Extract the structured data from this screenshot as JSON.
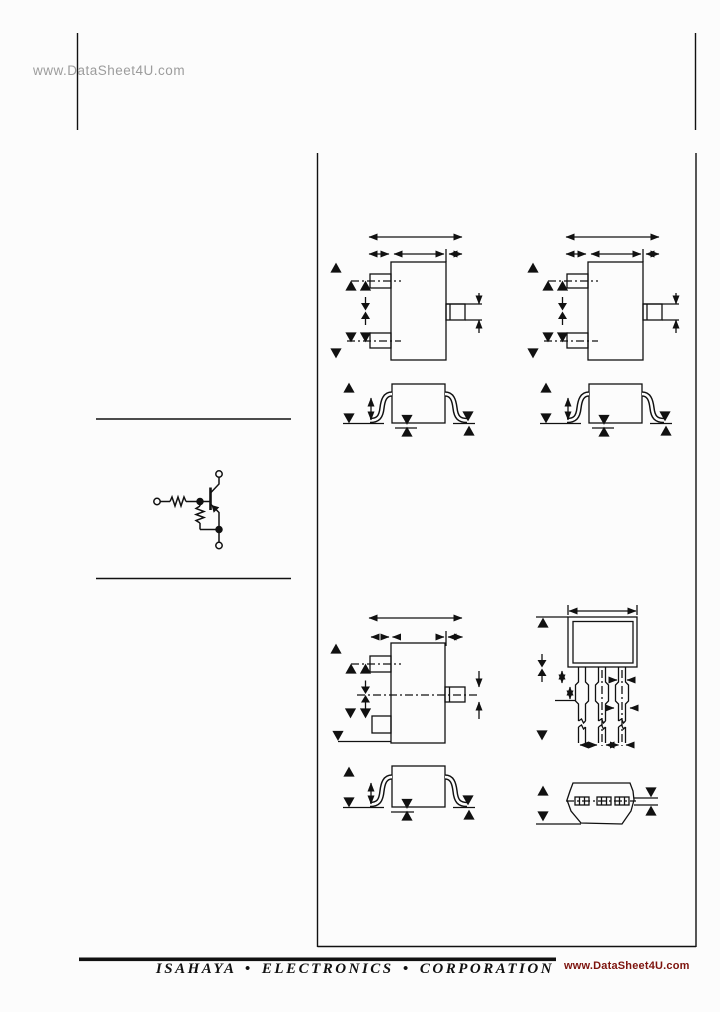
{
  "page": {
    "background_color": "#fcfcfc",
    "ink_color": "#111111"
  },
  "watermarks": {
    "top_left": {
      "text": "www.DataSheet4U.com",
      "color": "#9c9c9c"
    },
    "bottom_right": {
      "text": "www.DataSheet4U.com",
      "color": "#7d130d"
    }
  },
  "footer": {
    "company": "ISAHAYA • ELECTRONICS • CORPORATION"
  }
}
